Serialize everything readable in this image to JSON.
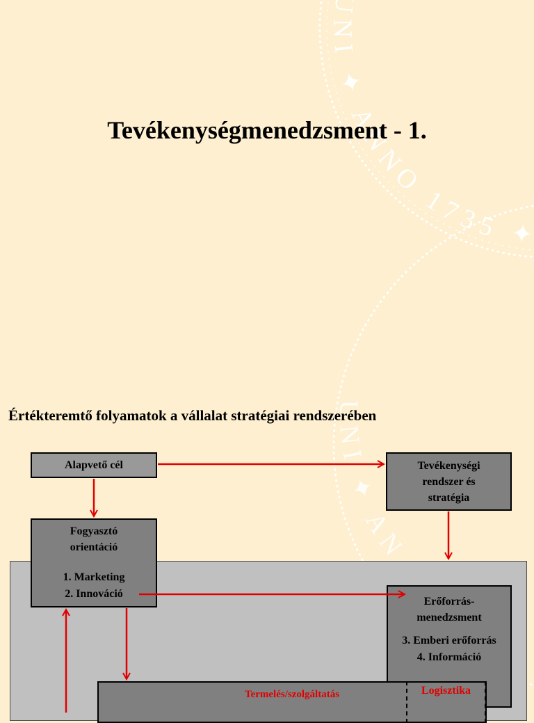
{
  "slide": {
    "title": "Tevékenységmenedzsment - 1.",
    "diagram_heading": "Értékteremtő folyamatok a vállalat stratégiai rendszerében"
  },
  "seal": {
    "ring_text": "UNI ✦ ANNO 1735 ✦"
  },
  "boxes": {
    "goal": {
      "label": "Alapvető cél"
    },
    "system": {
      "line1": "Tevékenységi",
      "line2": "rendszer és",
      "line3": "stratégia"
    },
    "consumer": {
      "line1": "Fogyasztó",
      "line2": "orientáció",
      "item1": "1. Marketing",
      "item2": "2. Innováció"
    },
    "resources": {
      "line1": "Erőforrás-",
      "line2": "menedzsment",
      "item1": "3. Emberi erőforrás",
      "item2": "4. Információ"
    },
    "production": {
      "label": "Termelés/szolgáltatás"
    },
    "logistics": {
      "label": "Logisztika"
    }
  },
  "colors": {
    "background": "#fdefd0",
    "arrow": "#e00000",
    "box_fill": "#808080",
    "panel_fill": "#c0c0c0"
  }
}
